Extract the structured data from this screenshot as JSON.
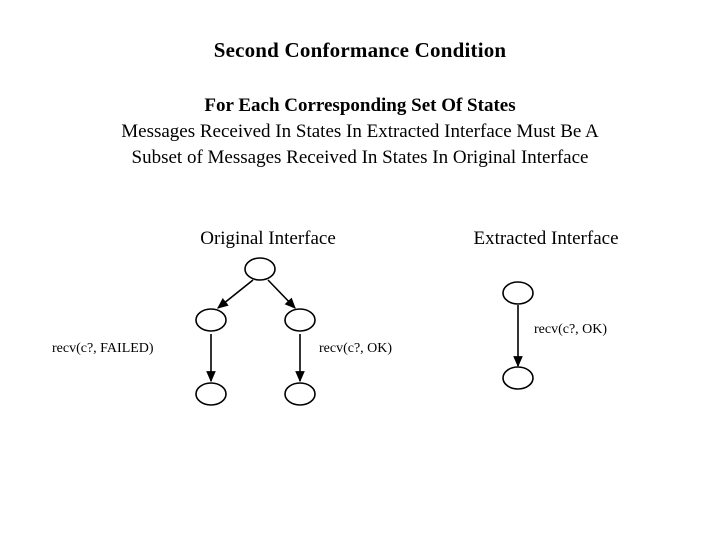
{
  "slide": {
    "title": "Second Conformance Condition",
    "subtitle": {
      "line1": "For Each Corresponding Set Of States",
      "line2": "Messages Received In States In Extracted Interface Must Be A",
      "line3": "Subset of Messages Received In States In Original Interface"
    },
    "diagram": {
      "original_label": "Original Interface",
      "extracted_label": "Extracted Interface",
      "edge_labels": {
        "failed": "recv(c?, FAILED)",
        "ok_original": "recv(c?, OK)",
        "ok_extracted": "recv(c?, OK)"
      },
      "node_fill": "#ffffff",
      "node_stroke": "#000000",
      "edge_color": "#000000"
    }
  }
}
